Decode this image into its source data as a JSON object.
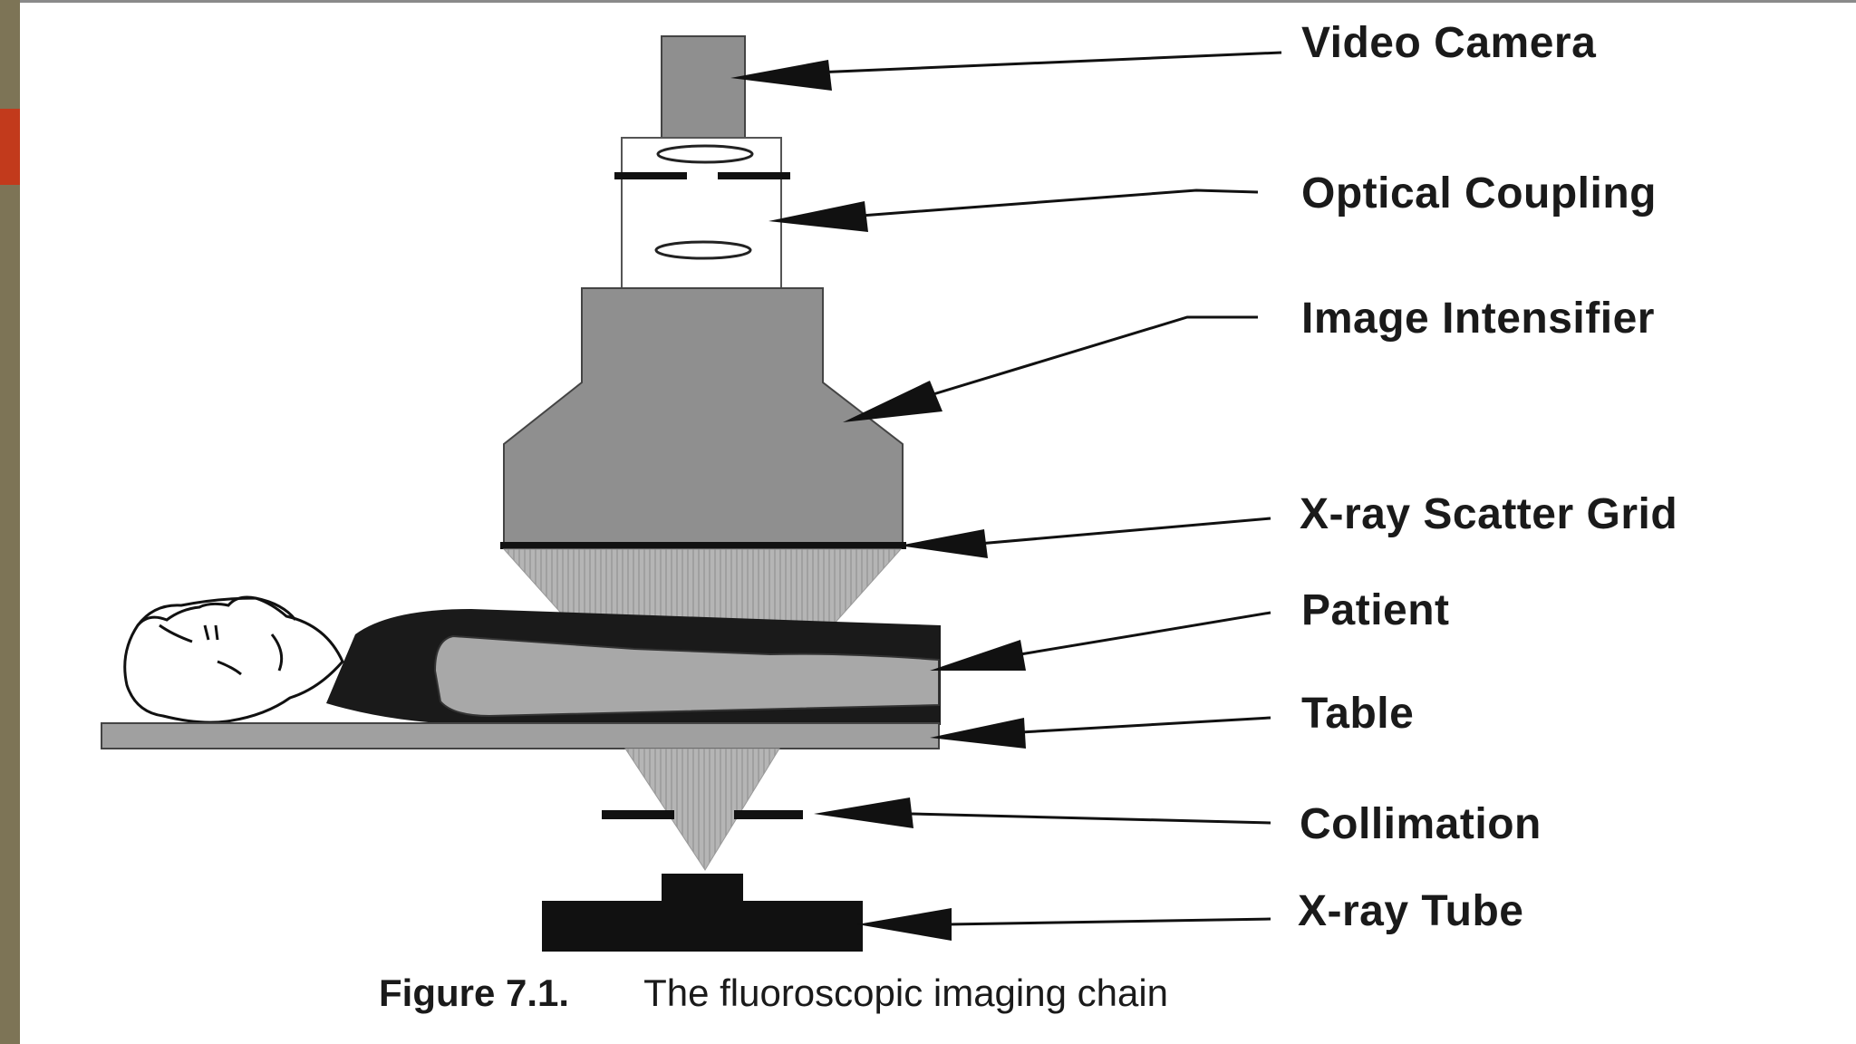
{
  "labels": {
    "video_camera": "Video Camera",
    "optical_coupling": "Optical Coupling",
    "image_intensifier": "Image Intensifier",
    "scatter_grid": "X-ray Scatter Grid",
    "patient": "Patient",
    "table": "Table",
    "collimation": "Collimation",
    "xray_tube": "X-ray Tube"
  },
  "caption": {
    "figure_number": "Figure 7.1.",
    "text": "The fluoroscopic imaging chain"
  },
  "colors": {
    "component_gray": "#8f8f8f",
    "beam_gray": "#b8b8b8",
    "dark": "#111111",
    "slide_bar": "#7d7456",
    "slide_accent": "#c23a1c"
  }
}
